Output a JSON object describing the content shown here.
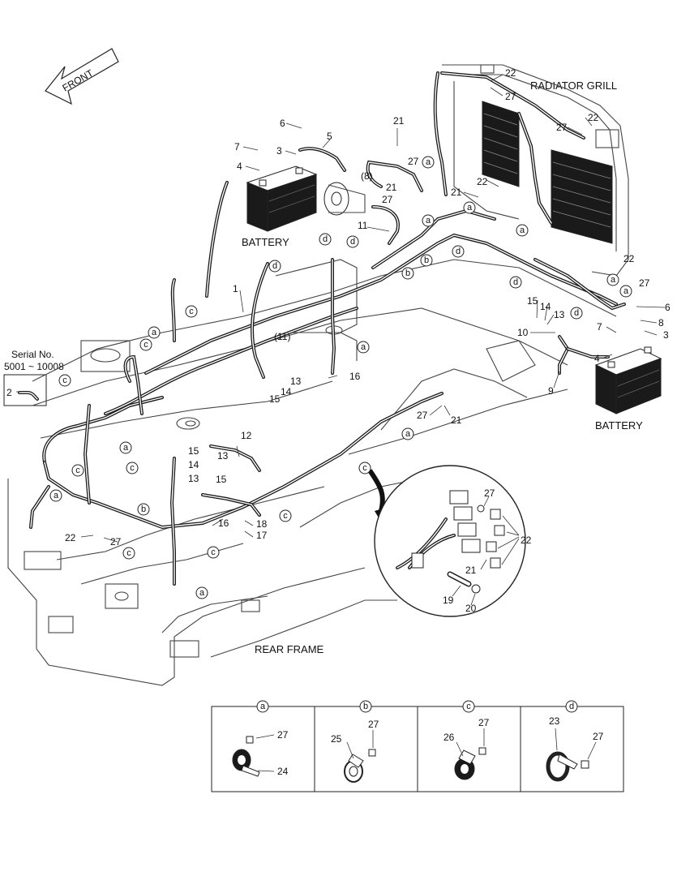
{
  "front_label": "FRONT",
  "serial": {
    "title": "Serial No.",
    "range": "5001 ~ 10008"
  },
  "captions": {
    "radiator_grill": "RADIATOR GRILL",
    "battery_left": "BATTERY",
    "battery_right": "BATTERY",
    "rear_frame": "REAR FRAME"
  },
  "part_labels": [
    "1",
    "2",
    "3",
    "4",
    "5",
    "6",
    "7",
    "8",
    "9",
    "10",
    "11",
    "12",
    "13",
    "14",
    "15",
    "16",
    "17",
    "18",
    "19",
    "20",
    "21",
    "22",
    "23",
    "24",
    "25",
    "26",
    "27",
    "(8)",
    "(11)"
  ],
  "clamp_letters": [
    "a",
    "b",
    "c",
    "d"
  ],
  "legend": {
    "a": {
      "letter": "a",
      "bolt": "27",
      "clamp": "24"
    },
    "b": {
      "letter": "b",
      "bolt": "27",
      "clamp": "25"
    },
    "c": {
      "letter": "c",
      "bolt": "27",
      "clamp": "26"
    },
    "d": {
      "letter": "d",
      "bolt": "27",
      "clamp": "23"
    }
  }
}
